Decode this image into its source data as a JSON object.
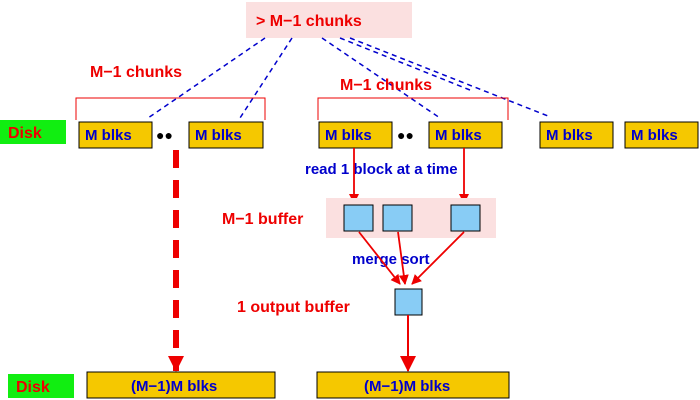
{
  "top_label": "> M−1 chunks",
  "left_brace_label": "M−1 chunks",
  "right_brace_label": "M−1 chunks",
  "disk_top": "Disk",
  "disk_bottom": "Disk",
  "block_label": "M blks",
  "ellipsis": "●●",
  "read_label": "read 1 block at a time",
  "buffer_label": "M−1 buffer",
  "merge_label": "merge sort",
  "output_label": "1 output buffer",
  "result_left": "(M−1)M blks",
  "result_right": "(M−1)M blks",
  "colors": {
    "red": "#ee0000",
    "blue": "#0000cc",
    "gold": "#f5c800",
    "green": "#11ee11",
    "pink": "#fbe0e0",
    "lightblue": "#88ccf5"
  }
}
